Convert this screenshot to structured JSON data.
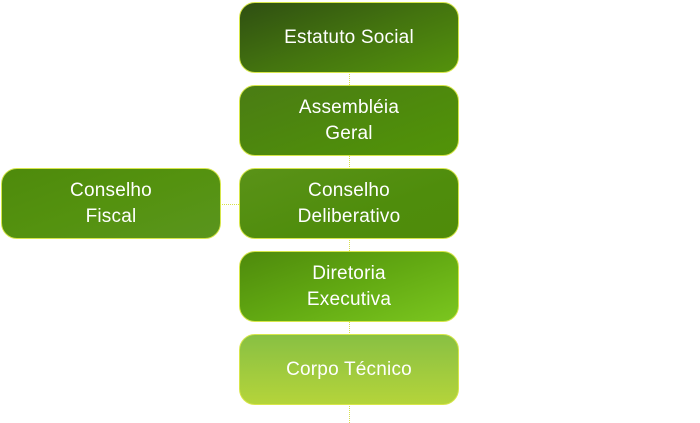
{
  "diagram": {
    "nodes": [
      {
        "id": "estatuto",
        "label": "Estatuto Social"
      },
      {
        "id": "assembleia",
        "label": "Assembléia\nGeral"
      },
      {
        "id": "deliberativo",
        "label": "Conselho\nDeliberativo"
      },
      {
        "id": "diretoria",
        "label": "Diretoria\nExecutiva"
      },
      {
        "id": "corpo",
        "label": "Corpo Técnico"
      },
      {
        "id": "fiscal",
        "label": "Conselho\nFiscal"
      }
    ],
    "edges": [
      [
        "estatuto",
        "assembleia"
      ],
      [
        "assembleia",
        "deliberativo"
      ],
      [
        "deliberativo",
        "diretoria"
      ],
      [
        "diretoria",
        "corpo"
      ],
      [
        "deliberativo",
        "fiscal"
      ]
    ]
  }
}
